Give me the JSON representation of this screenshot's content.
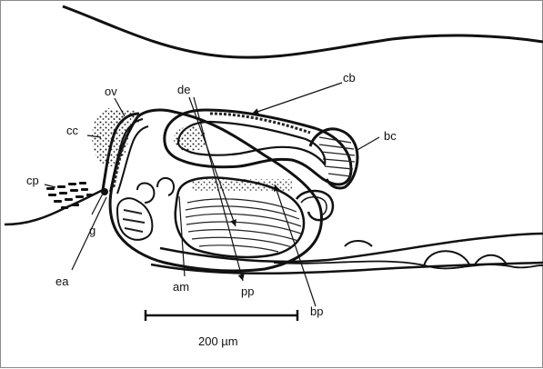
{
  "figure": {
    "labels": {
      "ov": "ov",
      "de": "de",
      "cb": "cb",
      "cc": "cc",
      "bc": "bc",
      "cp": "cp",
      "g": "g",
      "ea": "ea",
      "am": "am",
      "pp": "pp",
      "bp": "bp"
    },
    "scale_bar": {
      "text": "200 µm"
    }
  },
  "colors": {
    "ink": "#111111",
    "background": "#ffffff",
    "border": "#8a8a8a"
  }
}
